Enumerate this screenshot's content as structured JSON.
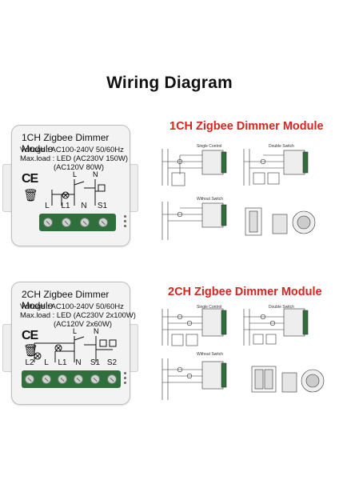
{
  "title": "Wiring Diagram",
  "module1": {
    "name": "1CH Zigbee Dimmer Module",
    "voltage": "Voltage : AC100-240V 50/60Hz",
    "maxload_line1": "Max.load : LED (AC230V 150W)",
    "maxload_line2": "(AC120V 80W)",
    "ce_mark": "CE",
    "schematic_labels": {
      "l": "L",
      "n": "N"
    },
    "terminals": [
      "L",
      "L1",
      "N",
      "S1"
    ]
  },
  "module2": {
    "name": "2CH Zigbee Dimmer Module",
    "voltage": "Voltage : AC100-240V 50/60Hz",
    "maxload_line1": "Max.load : LED (AC230V 2x100W)",
    "maxload_line2": "(AC120V 2x60W)",
    "ce_mark": "CE",
    "schematic_labels": {
      "l": "L",
      "n": "N"
    },
    "terminals": [
      "L2",
      "L",
      "L1",
      "N",
      "S1",
      "S2"
    ]
  },
  "diagram1": {
    "title": "1CH Zigbee Dimmer Module",
    "labels": {
      "single_control": "Single Control",
      "double_switch": "Double Switch",
      "without_switch": "Without Switch"
    }
  },
  "diagram2": {
    "title": "2CH Zigbee Dimmer Module",
    "labels": {
      "single_control": "Single Control",
      "double_switch": "Double Switch",
      "without_switch": "Without Switch"
    }
  },
  "colors": {
    "title_red": "#d9241f",
    "terminal_green": "#2f6f3c",
    "module_body": "#f3f3f3"
  }
}
